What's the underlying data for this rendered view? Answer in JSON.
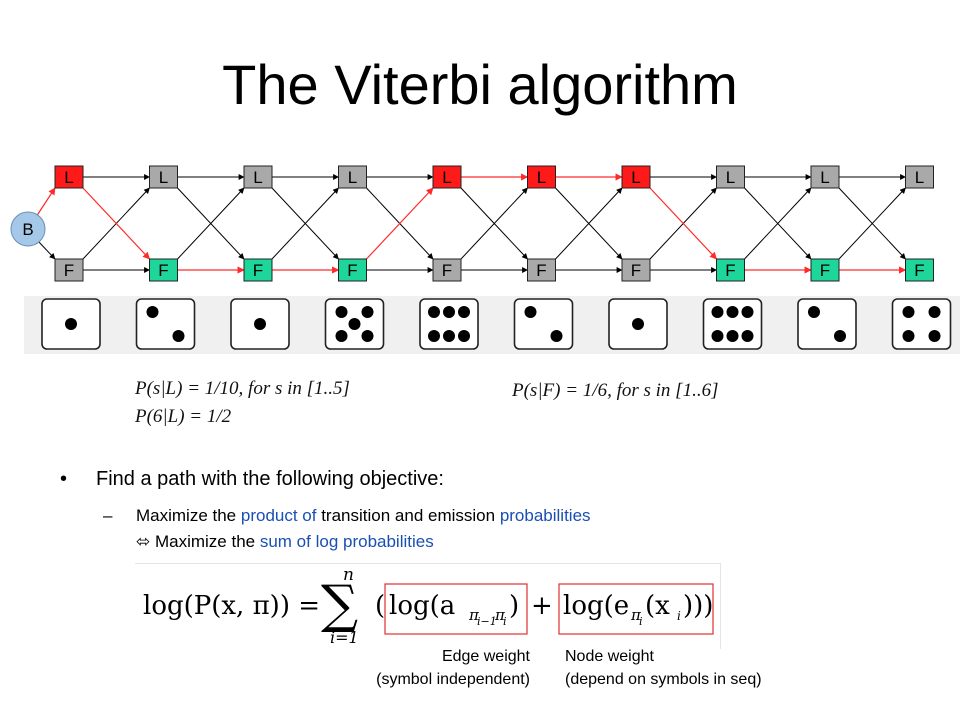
{
  "title": "The Viterbi algorithm",
  "begin_label": "B",
  "states": {
    "loaded": "L",
    "fair": "F"
  },
  "colors": {
    "red_node": "#ff1a1a",
    "green_node": "#1fd69a",
    "gray_node": "#a9a9a9",
    "red_edge": "#ff2a2a",
    "text_blue": "#1a4fb4"
  },
  "viterbi_path": [
    "L",
    "F",
    "F",
    "F",
    "L",
    "L",
    "L",
    "F",
    "F",
    "F"
  ],
  "dice_rolls": [
    1,
    2,
    1,
    5,
    6,
    2,
    1,
    6,
    2,
    4
  ],
  "emission_loaded": [
    "P(s|L) = 1/10, for s in [1..5]",
    "P(6|L) = 1/2"
  ],
  "emission_fair": "P(s|F) = 1/6, for s in [1..6]",
  "bullet": "Find a path with the following objective:",
  "sub_bullet": {
    "line1": [
      {
        "text": "Maximize the ",
        "blue": false
      },
      {
        "text": "product of",
        "blue": true
      },
      {
        "text": " transition and emission ",
        "blue": false
      },
      {
        "text": "probabilities",
        "blue": true
      }
    ],
    "line2": [
      {
        "text": "⬄ Maximize the ",
        "blue": false
      },
      {
        "text": "sum of log probabilities",
        "blue": true
      }
    ]
  },
  "formula": {
    "lhs": "log(P(x, π)) =",
    "sum_upper": "n",
    "sum_lower": "i=1",
    "open_paren": "(",
    "edge_term": "log(a",
    "edge_sub": "π",
    "edge_subsub": "i−1",
    "edge_sub2": "π",
    "edge_subsub2": "i",
    "edge_close": ")",
    "plus": "+",
    "node_term": "log(e",
    "node_sub": "π",
    "node_subsub": "i",
    "node_arg": "(x",
    "node_arg_sub": "i",
    "node_close": ")))"
  },
  "edge_weight_caption": [
    "Edge weight",
    "(symbol independent)"
  ],
  "node_weight_caption": [
    "Node weight",
    "(depend on symbols in seq)"
  ]
}
